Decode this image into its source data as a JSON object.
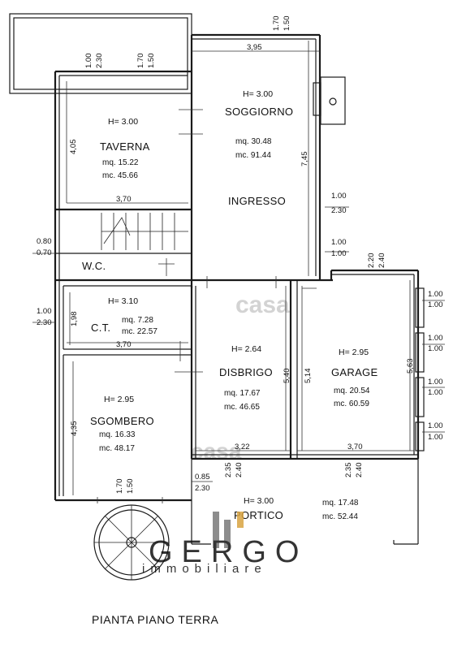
{
  "title": "PIANTA PIANO TERRA",
  "logo": {
    "brand": "GERGO",
    "tagline": "immobiliare",
    "color": "#7a7a7a",
    "accent": "#d9a441"
  },
  "watermark_text": "casa",
  "rooms": {
    "taverna": {
      "name": "TAVERNA",
      "h": "H= 3.00",
      "mq": "mq. 15.22",
      "mc": "mc. 45.66"
    },
    "soggiorno": {
      "name": "SOGGIORNO",
      "h": "H= 3.00",
      "mq": "mq. 30.48",
      "mc": "mc. 91.44"
    },
    "ingresso": {
      "name": "INGRESSO"
    },
    "wc": {
      "name": "W.C."
    },
    "ct": {
      "name": "C.T.",
      "h": "H= 3.10",
      "mq": "mq. 7.28",
      "mc": "mc. 22.57"
    },
    "disbrigo": {
      "name": "DISBRIGO",
      "h": "H= 2.64",
      "mq": "mq. 17.67",
      "mc": "mc. 46.65"
    },
    "garage": {
      "name": "GARAGE",
      "h": "H= 2.95",
      "mq": "mq. 20.54",
      "mc": "mc. 60.59"
    },
    "sgombero": {
      "name": "SGOMBERO",
      "h": "H= 2.95",
      "mq": "mq. 16.33",
      "mc": "mc. 48.17"
    },
    "portico": {
      "name": "PORTICO",
      "h": "H= 3.00",
      "mq": "mq. 17.48",
      "mc": "mc. 52.44"
    }
  },
  "dimensions": {
    "top_1_70": "1.70",
    "top_1_50": "1.50",
    "w_3_95": "3,95",
    "taverna_1_00": "1.00",
    "taverna_2_30": "2.30",
    "taverna_1_70": "1.70",
    "taverna_1_50": "1.50",
    "taverna_4_05": "4,05",
    "taverna_3_70": "3,70",
    "soggiorno_7_45": "7,45",
    "right_1_00_a": "1.00",
    "right_2_30_a": "2.30",
    "right_1_00_b": "1.00",
    "right_1_00_c": "1.00",
    "left_0_80": "0.80",
    "left_0_70": "0.70",
    "garage_2_20": "2.20",
    "garage_2_40": "2.40",
    "left_1_00": "1.00",
    "left_2_30": "2.30",
    "ct_1_98": "1,98",
    "ct_3_70": "3,70",
    "disbrigo_5_40": "5,40",
    "garage_5_14": "5,14",
    "garage_5_63": "5,63",
    "gar_r_1": "1.00",
    "gar_r_2": "1.00",
    "gar_r_3": "1.00",
    "gar_r_4": "1.00",
    "gar_r_5": "1.00",
    "gar_r_6": "1.00",
    "gar_r_7": "1.00",
    "gar_r_8": "1.00",
    "sgombero_4_35": "4,35",
    "disbrigo_3_22": "3,22",
    "garage_3_70": "3,70",
    "sgombero_1_70": "1.70",
    "sgombero_1_50": "1.50",
    "portico_0_85": "0.85",
    "portico_2_30": "2.30",
    "portico_2_35_a": "2.35",
    "portico_2_40_a": "2.40",
    "portico_2_35_b": "2.35",
    "portico_2_40_b": "2.40"
  }
}
